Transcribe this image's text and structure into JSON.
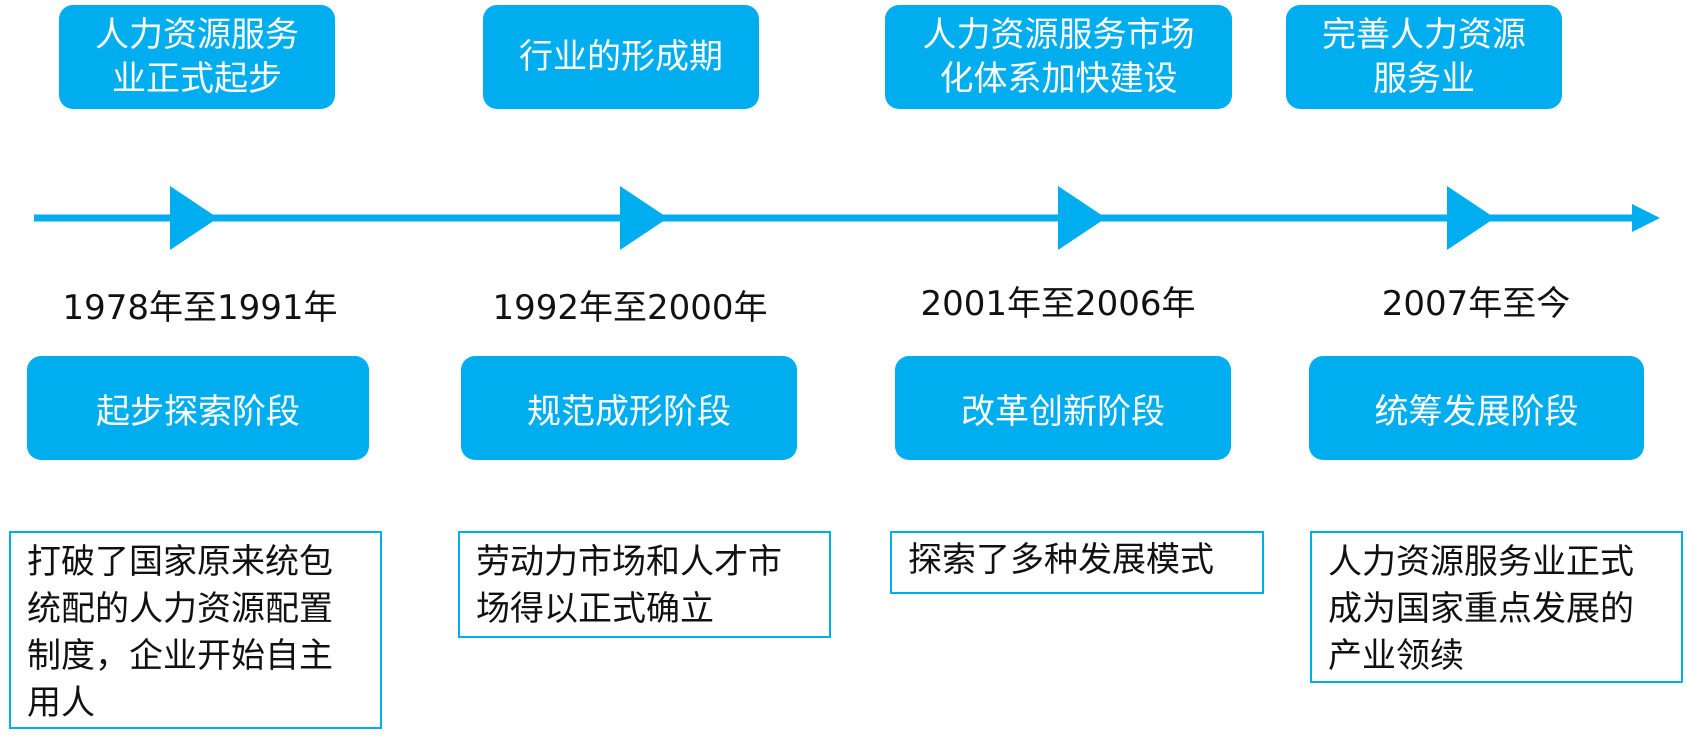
{
  "colors": {
    "accent": "#00aeef",
    "text": "#111111"
  },
  "stages": [
    {
      "headline": "人力资源服务\n业正式起步",
      "period": "1978年至1991年",
      "phase": "起步探索阶段",
      "description": "打破了国家原来统包\n统配的人力资源配置\n制度，企业开始自主\n用人"
    },
    {
      "headline": "行业的形成期",
      "period": "1992年至2000年",
      "phase": "规范成形阶段",
      "description": "劳动力市场和人才市\n场得以正式确立"
    },
    {
      "headline": "人力资源服务市场\n化体系加快建设",
      "period": "2001年至2006年",
      "phase": "改革创新阶段",
      "description": "探索了多种发展模式"
    },
    {
      "headline": "完善人力资源\n服务业",
      "period": "2007年至今",
      "phase": "统筹发展阶段",
      "description": "人力资源服务业正式\n成为国家重点发展的\n产业领续"
    }
  ]
}
